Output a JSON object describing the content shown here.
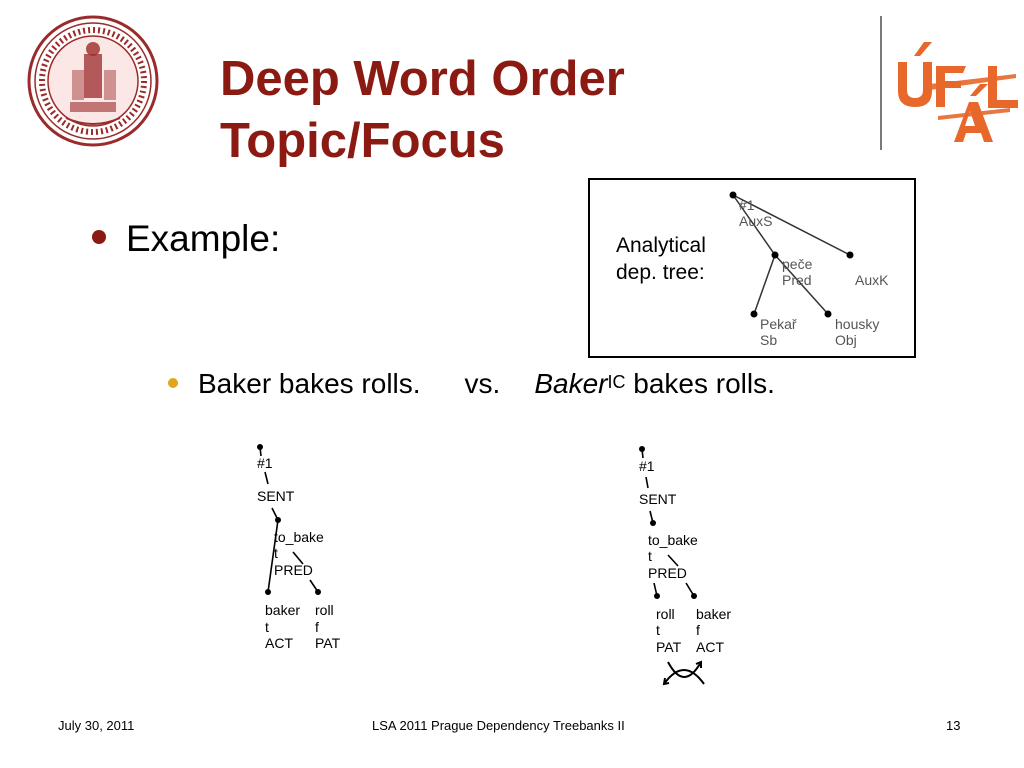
{
  "slide": {
    "title_line1": "Deep Word Order",
    "title_line2": "Topic/Focus",
    "bullet1": "Example:",
    "bullet2": {
      "sentence1": "Baker bakes rolls.",
      "vs": "vs.",
      "sentence2_italic": "Baker",
      "sentence2_sup": "IC",
      "sentence2_rest": " bakes rolls."
    },
    "analytical_label_line1": "Analytical",
    "analytical_label_line2": "dep. tree:"
  },
  "analytical_tree": {
    "root_line1": "#1",
    "root_line2": "AuxS",
    "pred_line1": "peče",
    "pred_line2": "Pred",
    "auxk": "AuxK",
    "sb_line1": "Pekař",
    "sb_line2": "Sb",
    "obj_line1": "housky",
    "obj_line2": "Obj"
  },
  "tree_left": {
    "root1": "#1",
    "root2": "SENT",
    "pred1": "to_bake",
    "pred2": "t",
    "pred3": "PRED",
    "n1_1": "baker",
    "n1_2": "t",
    "n1_3": "ACT",
    "n2_1": "roll",
    "n2_2": "f",
    "n2_3": "PAT"
  },
  "tree_right": {
    "root1": "#1",
    "root2": "SENT",
    "pred1": "to_bake",
    "pred2": "t",
    "pred3": "PRED",
    "n1_1": "roll",
    "n1_2": "t",
    "n1_3": "PAT",
    "n2_1": "baker",
    "n2_2": "f",
    "n2_3": "ACT"
  },
  "footer": {
    "date": "July 30, 2011",
    "center": "LSA 2011 Prague Dependency Treebanks II",
    "page": "13"
  },
  "colors": {
    "title": "#8b1a13",
    "seal": "#9b2a2a",
    "logo": "#e8672a",
    "bullet2": "#e0a41d"
  },
  "logos": {
    "seal": "charles-university-seal-icon",
    "ufal": "ufal-logo"
  }
}
